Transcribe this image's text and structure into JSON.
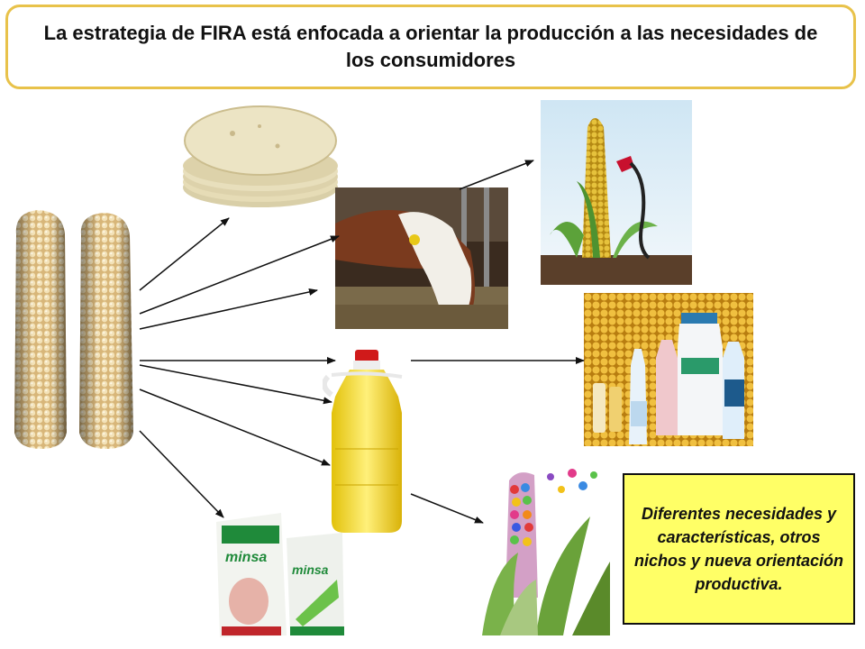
{
  "title": "La estrategia de FIRA está enfocada a orientar la producción a las necesidades de los consumidores",
  "note": "Diferentes necesidades y características, otros nichos y nueva orientación productiva.",
  "images": {
    "corn": "corn-cobs-image",
    "tortillas": "tortillas-image",
    "cow": "cow-feeding-image",
    "corn_fuel": "corn-fuel-pump-image",
    "oil": "cooking-oil-bottle-image",
    "drinks": "corn-beverages-image",
    "flour": "minsa-flour-bags-image",
    "candy_corn": "colorful-corn-image",
    "minsa_label": "minsa"
  },
  "colors": {
    "title_border": "#e8c24a",
    "note_background": "#ffff66",
    "arrow": "#111111"
  }
}
